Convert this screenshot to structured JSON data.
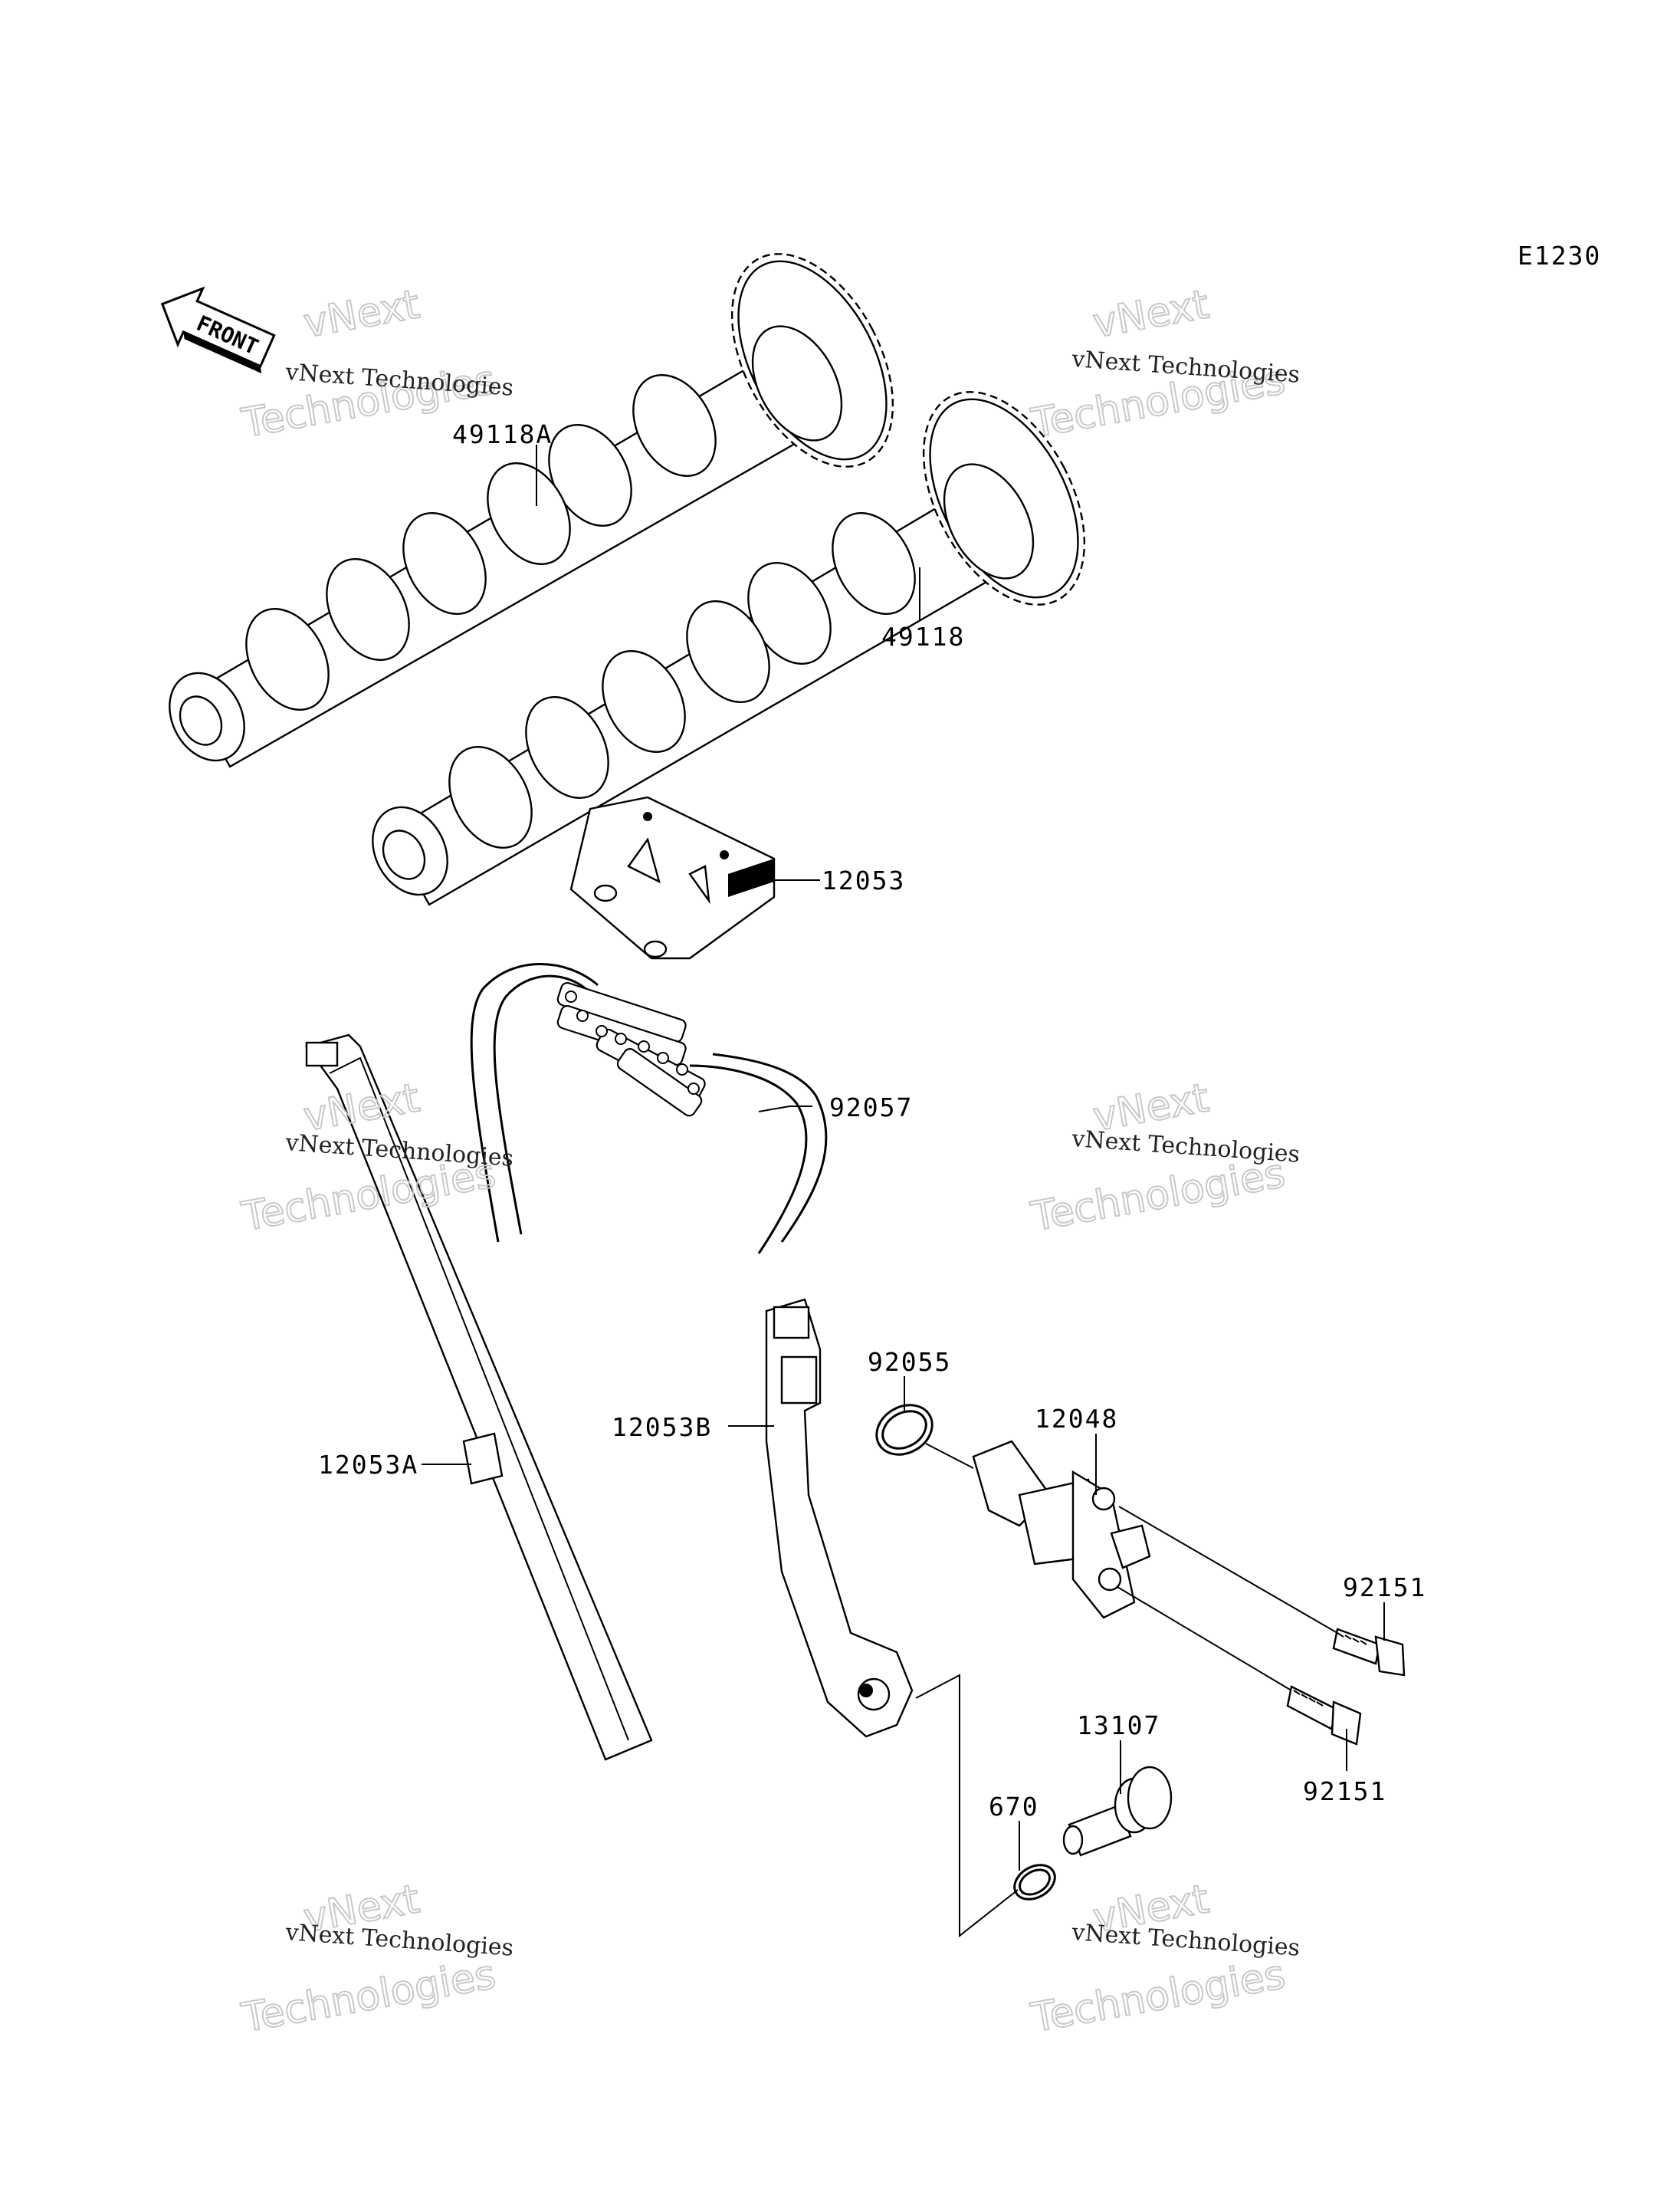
{
  "diagram": {
    "code": "E1230",
    "front_arrow": "FRONT",
    "watermark_line1": "vNext Technologies",
    "watermark_line2_a": "vNext",
    "watermark_line2_b": "Technologies"
  },
  "parts": [
    {
      "id": "p1",
      "number": "49118A"
    },
    {
      "id": "p2",
      "number": "49118"
    },
    {
      "id": "p3",
      "number": "12053"
    },
    {
      "id": "p4",
      "number": "92057"
    },
    {
      "id": "p5",
      "number": "92055"
    },
    {
      "id": "p6",
      "number": "12048"
    },
    {
      "id": "p7",
      "number": "12053B"
    },
    {
      "id": "p8",
      "number": "12053A"
    },
    {
      "id": "p9",
      "number": "92151"
    },
    {
      "id": "p10",
      "number": "13107"
    },
    {
      "id": "p11",
      "number": "92151"
    },
    {
      "id": "p12",
      "number": "670"
    }
  ],
  "colors": {
    "line": "#000000",
    "watermark": "#c8c8c8",
    "background": "#ffffff"
  }
}
